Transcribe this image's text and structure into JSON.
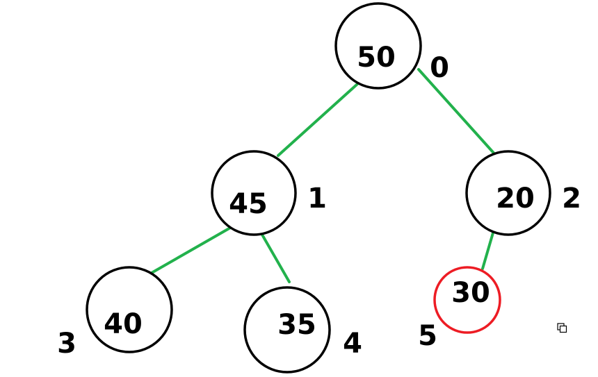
{
  "tree": {
    "nodes": [
      {
        "value": "50",
        "index": "0",
        "highlight": false
      },
      {
        "value": "45",
        "index": "1",
        "highlight": false
      },
      {
        "value": "20",
        "index": "2",
        "highlight": false
      },
      {
        "value": "40",
        "index": "3",
        "highlight": false
      },
      {
        "value": "35",
        "index": "4",
        "highlight": false
      },
      {
        "value": "30",
        "index": "5",
        "highlight": true
      }
    ],
    "edges": [
      {
        "from": 0,
        "to": 1
      },
      {
        "from": 0,
        "to": 2
      },
      {
        "from": 1,
        "to": 3
      },
      {
        "from": 1,
        "to": 4
      },
      {
        "from": 2,
        "to": 5
      }
    ]
  },
  "colors": {
    "edge": "#22b14c",
    "node_border": "#000000",
    "highlight_border": "#ed1c24"
  },
  "icons": {
    "corner": "copy-icon"
  }
}
